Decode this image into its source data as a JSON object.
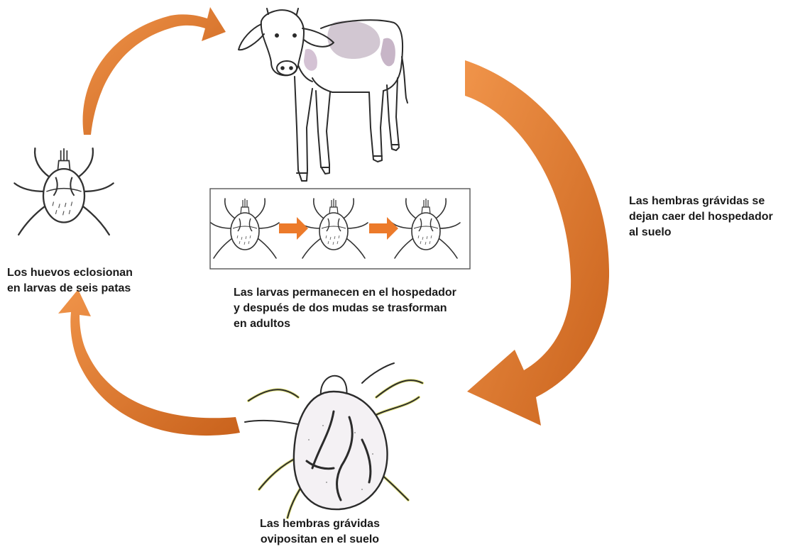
{
  "colors": {
    "arrow": "#e07a2a",
    "arrow_dark": "#c9621c",
    "ink": "#2b2b2b",
    "cow_spots": "#b8a3b8",
    "leg_highlight": "#d8d84a",
    "box_border": "#555555"
  },
  "icons": {
    "cow": "calf-host-icon",
    "larva": "six-legged-larva-icon",
    "engorged_female": "engorged-female-tick-icon",
    "arrow": "curved-arrow-icon"
  },
  "labels": {
    "hatch": {
      "line1": "Los huevos eclosionan",
      "line2": "en larvas de seis patas"
    },
    "host": {
      "line1": "Las larvas permanecen en el hospedador",
      "line2": "y después de dos mudas se trasforman",
      "line3": "en adultos"
    },
    "drop": {
      "line1": "Las hembras grávidas se",
      "line2": "dejan caer del hospedador",
      "line3": "al suelo"
    },
    "lay": {
      "line1": "Las hembras grávidas",
      "line2": "ovipositan en el suelo"
    }
  }
}
